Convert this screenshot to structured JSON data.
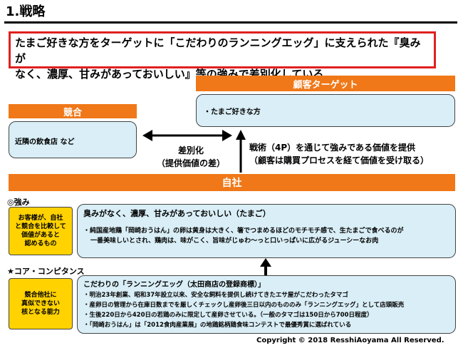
{
  "header": {
    "title": "1.戦略"
  },
  "summary": {
    "line1": "たまご好きな方をターゲットに「こだわりのランニングエッグ」に支えられた『臭みが",
    "line2": "なく、濃厚、甘みがあっておいしい』等の強みで差別化している"
  },
  "target": {
    "header": "顧客ターゲット",
    "item": "・たまご好きな方"
  },
  "competition": {
    "header": "競合",
    "item": "近隣の飲食店 など"
  },
  "differentiation": {
    "line1": "差別化",
    "line2": "（提供価値の差）"
  },
  "value_delivery": {
    "line1": "戦術（4P）を通じて強みである価値を提供",
    "line2": "（顧客は購買プロセスを経て価値を受け取る）"
  },
  "company": {
    "header": "自社"
  },
  "strength": {
    "section_label": "◎強み",
    "side_label": [
      "お客様が、自社",
      "と競合を比較して",
      "価値があると",
      "認めるもの"
    ],
    "title": "臭みがなく、濃厚、甘みがあっておいしい（たまご）",
    "bullets": [
      "・純国産地鶏「岡崎おうはん」の卵は黄身は大きく、箸でつまめるほどのモチモチ感で、生たまごで食べるのが",
      "一番美味しいとされ、鶏肉は、味がこく、旨味がじゅわ～っと口いっぱいに広がるジューシーなお肉"
    ]
  },
  "core": {
    "section_label": "★コア・コンピタンス",
    "side_label": [
      "競合他社に",
      "真似できない",
      "核となる能力"
    ],
    "title": "こだわりの「ランニングエッグ（太田商店の登録商標）」",
    "bullets": [
      "・明治23年創業、昭和37年設立以来、安全な飼料を提供し続けてきたエサ屋がこだわったタマゴ",
      "・産卵日の管理から在庫日数までを厳しくチェックし産卵後三日以内のもののみ「ランニングエッグ」として店頭販売",
      "・生後220日から420日の若鶏のみに限定して産卵させている。（一般のタマゴは150日から700日程度）",
      "・「岡崎おうはん」は「2012食肉産業展」の地鶏銘柄鶏食味コンテストで最優秀賞に選ばれている"
    ]
  },
  "footer": {
    "copyright": "Copyright © 2018 ResshiAoyama All Reserved."
  },
  "colors": {
    "orange": "#f07818",
    "light_blue": "#d9eef6",
    "yellow": "#ffd200",
    "red_border": "#e02020"
  }
}
